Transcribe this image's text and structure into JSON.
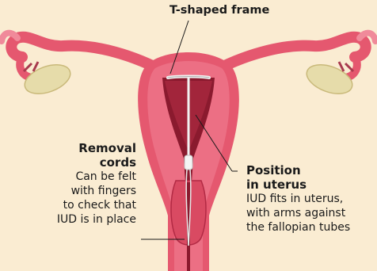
{
  "labels": {
    "frame_title": "T-shaped frame",
    "removal_title_1": "Removal",
    "removal_title_2": "cords",
    "removal_body": [
      "Can be felt",
      "with fingers",
      "to check that",
      "IUD is in place"
    ],
    "position_title_1": "Position",
    "position_title_2": "in uterus",
    "position_body": [
      "IUD fits in uterus,",
      "with arms against",
      "the fallopian tubes"
    ]
  },
  "colors": {
    "background": "#faecd2",
    "tissue": "#e5586f",
    "tissue_light": "#f08a9a",
    "tissue_dark": "#b22a44",
    "cavity": "#8a1a2e",
    "ovary": "#e6dcaa",
    "leader": "#1a1a1a",
    "iud": "#f2f2f2"
  }
}
